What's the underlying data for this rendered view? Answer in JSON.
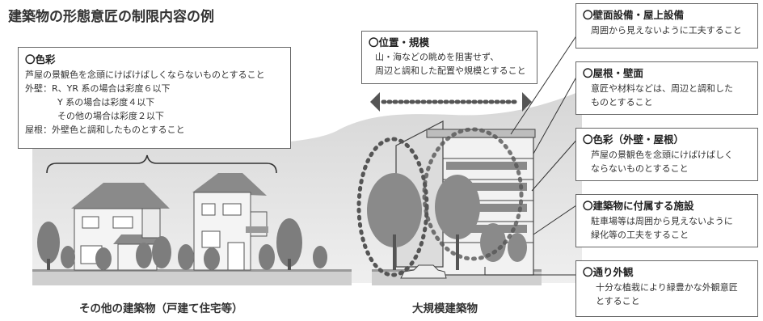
{
  "title": "建築物の形態意匠の制限内容の例",
  "left_box": {
    "heading": "〇色彩",
    "lines": [
      "芦屋の景観色を念頭にけばけばしくならないものとすること",
      "外壁：R、YR 系の場合は彩度６以下",
      "Y 系の場合は彩度４以下",
      "その他の場合は彩度２以下",
      "屋根：外壁色と調和したものとすること"
    ]
  },
  "center_box": {
    "heading": "〇位置・規模",
    "lines": [
      "山・海などの眺めを阻害せず、",
      "周辺と調和した配置や規模とすること"
    ]
  },
  "right_boxes": [
    {
      "heading": "〇壁面設備・屋上設備",
      "lines": [
        "周囲から見えないように工夫すること"
      ]
    },
    {
      "heading": "〇屋根・壁面",
      "lines": [
        "意匠や材料などは、周辺と調和した",
        "ものとすること"
      ]
    },
    {
      "heading": "〇色彩（外壁・屋根）",
      "lines": [
        "芦屋の景観色を念頭にけばけばしく",
        "ならないものとすること"
      ]
    },
    {
      "heading": "〇建築物に付属する施設",
      "lines": [
        "駐車場等は周囲から見えないように",
        "緑化等の工夫をすること"
      ]
    },
    {
      "heading": "〇通り外観",
      "lines": [
        "十分な植栽により緑豊かな外観意匠",
        "とすること"
      ]
    }
  ],
  "captions": {
    "left": "その他の建築物（戸建て住宅等）",
    "right": "大規模建築物"
  }
}
